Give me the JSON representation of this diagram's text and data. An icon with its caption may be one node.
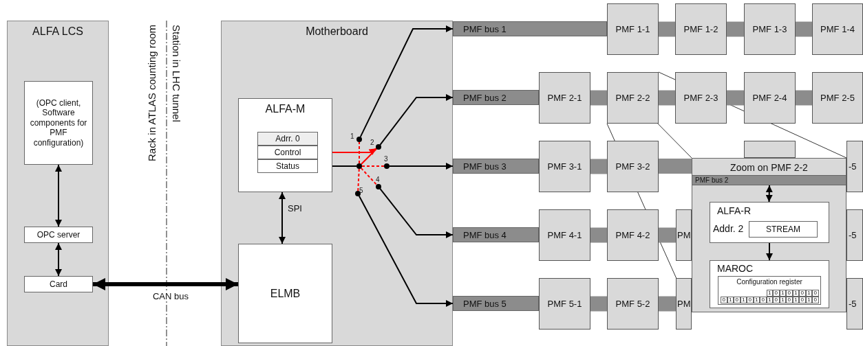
{
  "diagram": {
    "nodes": [
      {
        "text": [
          "ALFA LCS"
        ]
      },
      {
        "text": [
          "(OPC client, Software components for PMF configuration)"
        ],
        "in": 0
      },
      {
        "text": [
          "OPC server"
        ],
        "in": 0
      },
      {
        "text": [
          "Card"
        ],
        "in": 0
      },
      {
        "text": [
          "Motherboard"
        ]
      },
      {
        "text": [
          "ALFA-M"
        ],
        "in": 4
      },
      {
        "text": [
          "Adrr. 0"
        ],
        "in": 5
      },
      {
        "text": [
          "Control"
        ],
        "in": 5
      },
      {
        "text": [
          "Status"
        ],
        "in": 5
      },
      {
        "text": [
          "ELMB"
        ],
        "in": 4
      },
      {
        "text": [],
        "shape": "circle",
        "beside": [
          "1"
        ],
        "in": 4
      },
      {
        "text": [],
        "shape": "circle",
        "beside": [
          "2"
        ],
        "in": 4
      },
      {
        "text": [],
        "shape": "circle",
        "in": 4
      },
      {
        "text": [],
        "shape": "circle",
        "beside": [
          "3"
        ],
        "in": 4
      },
      {
        "text": [],
        "shape": "circle",
        "beside": [
          "4"
        ],
        "in": 4
      },
      {
        "text": [],
        "shape": "circle",
        "beside": [
          "5"
        ],
        "in": 4
      },
      {
        "text": [
          "PMF bus 1"
        ]
      },
      {
        "text": [
          "PMF 1-1"
        ]
      },
      {
        "text": [
          "PMF 1-2"
        ]
      },
      {
        "text": [
          "PMF 1-3"
        ]
      },
      {
        "text": [
          "PMF 1-4"
        ]
      },
      {
        "text": [
          "PMF bus 2"
        ]
      },
      {
        "text": [
          "PMF 2-1"
        ]
      },
      {
        "text": [
          "PMF 2-2"
        ]
      },
      {
        "text": [
          "PMF 2-3"
        ]
      },
      {
        "text": [
          "PMF 2-4"
        ]
      },
      {
        "text": [
          "PMF 2-5"
        ]
      },
      {
        "text": [
          "PMF bus 3"
        ]
      },
      {
        "text": [
          "PMF 3-1"
        ]
      },
      {
        "text": [
          "PMF 3-2"
        ]
      },
      {
        "text": [],
        "shape": "box"
      },
      {
        "text": [
          "-5"
        ]
      },
      {
        "text": [
          "PMF bus 4"
        ]
      },
      {
        "text": [
          "PMF 4-1"
        ]
      },
      {
        "text": [
          "PMF 4-2"
        ]
      },
      {
        "text": [
          "PM"
        ]
      },
      {
        "text": [
          "-5"
        ]
      },
      {
        "text": [
          "PMF bus 5"
        ]
      },
      {
        "text": [
          "PMF 5-1"
        ]
      },
      {
        "text": [
          "PMF 5-2"
        ]
      },
      {
        "text": [
          "PM"
        ]
      },
      {
        "text": [
          "-5"
        ]
      },
      {
        "text": [
          "Zoom on PMF 2-2"
        ]
      },
      {
        "text": [
          "PMF bus 2"
        ],
        "in": 42
      },
      {
        "text": [
          "ALFA-R",
          "Addr. 2"
        ],
        "in": 42
      },
      {
        "text": [
          "STREAM"
        ],
        "in": 44
      },
      {
        "text": [
          "MAROC"
        ],
        "in": 42
      },
      {
        "text": [
          "Configuration register"
        ],
        "in": 46
      }
    ],
    "edges": [
      {
        "from": 1,
        "to": 2,
        "arrow": "both"
      },
      {
        "from": 2,
        "to": 3,
        "arrow": "both"
      },
      {
        "from": 3,
        "to": 9,
        "arrow": "both",
        "label": "CAN bus",
        "style": "thick"
      },
      {
        "from": 9,
        "to": 5,
        "arrow": "both",
        "label": "SPI"
      },
      {
        "from": 7,
        "to": 11,
        "arrow": "to",
        "color": "#ff0000"
      },
      {
        "from": 12,
        "to": 8,
        "arrow": "to"
      },
      {
        "from": 12,
        "to": 10,
        "arrow": "none",
        "style": "dashed",
        "color": "#ff0000"
      },
      {
        "from": 12,
        "to": 11,
        "arrow": "none",
        "color": "#ff0000"
      },
      {
        "from": 12,
        "to": 13,
        "arrow": "none",
        "style": "dashed",
        "color": "#ff0000"
      },
      {
        "from": 12,
        "to": 14,
        "arrow": "none",
        "style": "dashed",
        "color": "#ff0000"
      },
      {
        "from": 12,
        "to": 15,
        "arrow": "none",
        "style": "dashed",
        "color": "#ff0000"
      },
      {
        "from": 10,
        "to": 16,
        "arrow": "to"
      },
      {
        "from": 11,
        "to": 21,
        "arrow": "to"
      },
      {
        "from": 13,
        "to": 27,
        "arrow": "to"
      },
      {
        "from": 14,
        "to": 32,
        "arrow": "to"
      },
      {
        "from": 15,
        "to": 37,
        "arrow": "to"
      },
      {
        "from": 43,
        "to": 44,
        "arrow": "both"
      },
      {
        "from": 44,
        "to": 46,
        "arrow": "to"
      },
      {
        "from": 23,
        "to": 42,
        "arrow": "none"
      },
      {
        "from": 23,
        "to": 42,
        "arrow": "none"
      },
      {
        "from": 23,
        "to": 42,
        "arrow": "none"
      },
      {
        "from": 17,
        "to": 18,
        "arrow": "none",
        "style": "thick",
        "color": "#8c8c8c"
      },
      {
        "from": 18,
        "to": 19,
        "arrow": "none",
        "style": "thick",
        "color": "#8c8c8c"
      },
      {
        "from": 19,
        "to": 20,
        "arrow": "none",
        "style": "thick",
        "color": "#8c8c8c"
      },
      {
        "from": 22,
        "to": 23,
        "arrow": "none",
        "style": "thick",
        "color": "#8c8c8c"
      },
      {
        "from": 23,
        "to": 24,
        "arrow": "none",
        "style": "thick",
        "color": "#8c8c8c"
      },
      {
        "from": 24,
        "to": 25,
        "arrow": "none",
        "style": "thick",
        "color": "#8c8c8c"
      },
      {
        "from": 25,
        "to": 26,
        "arrow": "none",
        "style": "thick",
        "color": "#8c8c8c"
      },
      {
        "from": 28,
        "to": 29,
        "arrow": "none",
        "style": "thick",
        "color": "#8c8c8c"
      },
      {
        "from": 29,
        "to": 42,
        "arrow": "none",
        "style": "thick",
        "color": "#8c8c8c"
      },
      {
        "from": 33,
        "to": 34,
        "arrow": "none",
        "style": "thick",
        "color": "#8c8c8c"
      },
      {
        "from": 34,
        "to": 35,
        "arrow": "none",
        "style": "thick",
        "color": "#8c8c8c"
      },
      {
        "from": 38,
        "to": 39,
        "arrow": "none",
        "style": "thick",
        "color": "#8c8c8c"
      },
      {
        "from": 39,
        "to": 40,
        "arrow": "none",
        "style": "thick",
        "color": "#8c8c8c"
      }
    ],
    "labels": [
      "Rack in ATLAS counting room",
      "Station in LHC tunnel",
      "1",
      "0",
      "1",
      "0",
      "1",
      "0",
      "1",
      "0",
      "0",
      "1",
      "0",
      "1",
      "0",
      "1",
      "0",
      "1",
      "0",
      "1",
      "0",
      "1",
      "0",
      "1",
      "0"
    ]
  }
}
